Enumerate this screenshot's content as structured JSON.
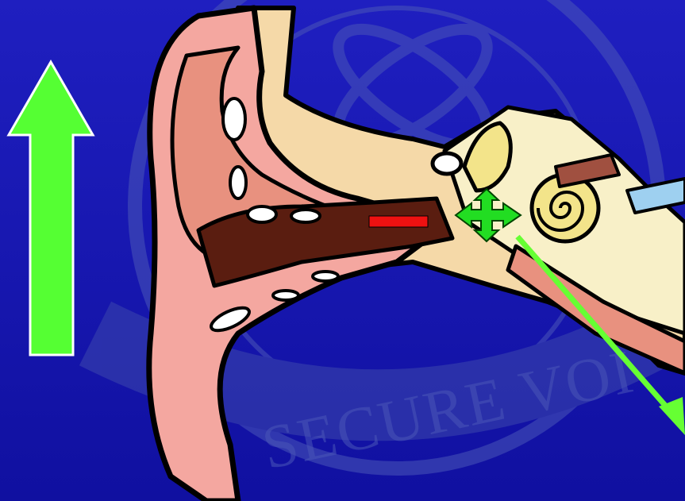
{
  "slide": {
    "background_top": "#1f1fc0",
    "background_bottom": "#1010a0",
    "watermark": {
      "text": "SECURE VOI",
      "color": "#4a56b8"
    }
  },
  "diagram": {
    "subject": "ear-cross-section",
    "colors": {
      "outer_ear": "#f4a7a0",
      "cartilage": "#f5d9a8",
      "bone": "#f8f0c8",
      "outline": "#000000",
      "cochlea": "#f3e48a",
      "nerve": "#9ed0f0",
      "muscle": "#a05040"
    },
    "indicators": {
      "up_arrow": {
        "color": "#55ff33",
        "outline": "#ffffff",
        "direction": "up"
      },
      "minus_bar": {
        "color": "#ee1111",
        "symbol": "minus"
      },
      "move_cross": {
        "color": "#22dd22",
        "symbol": "four-way-arrow"
      },
      "diagonal_arrow": {
        "color": "#66ff33",
        "direction": "down-right"
      }
    }
  }
}
